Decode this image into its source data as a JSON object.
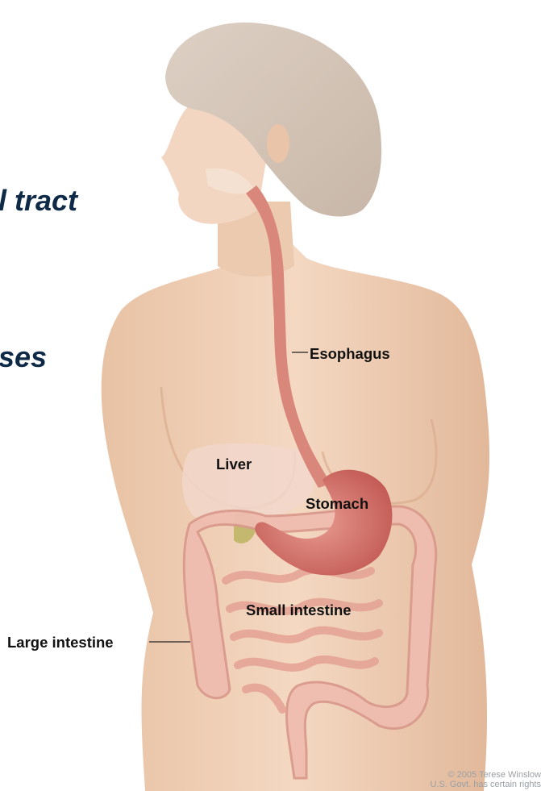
{
  "headings": {
    "line1": "l tract",
    "line2": "ses"
  },
  "labels": {
    "esophagus": "Esophagus",
    "liver": "Liver",
    "stomach": "Stomach",
    "small_intestine": "Small intestine",
    "large_intestine": "Large intestine"
  },
  "credit": {
    "line1": "© 2005 Terese Winslow",
    "line2": "U.S. Govt. has certain rights"
  }
}
